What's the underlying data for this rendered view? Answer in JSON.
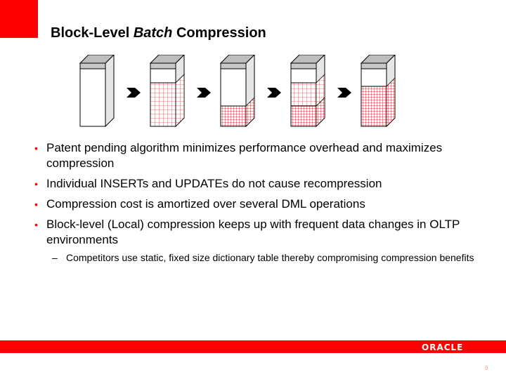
{
  "slide": {
    "title_prefix": "Block-Level ",
    "title_italic": "Batch",
    "title_suffix": " Compression",
    "brand_color": "#ff0000"
  },
  "diagram": {
    "blocks": [
      {
        "state": "empty",
        "header_fill": "#c8c8c8",
        "compressed_fill": 0.0,
        "uncompressed_fill": 0.0
      },
      {
        "state": "uncompressed-inserts",
        "compressed_fill": 0.0,
        "uncompressed_fill": 0.75
      },
      {
        "state": "compressed",
        "compressed_fill": 0.35,
        "uncompressed_fill": 0.0
      },
      {
        "state": "compressed-plus-inserts",
        "compressed_fill": 0.35,
        "uncompressed_fill": 0.4
      },
      {
        "state": "recompressed",
        "compressed_fill": 0.7,
        "uncompressed_fill": 0.0
      }
    ],
    "arrow_icon": "chevron-right-icon"
  },
  "bullets": [
    {
      "text": "Patent pending algorithm minimizes performance overhead and maximizes compression"
    },
    {
      "text": "Individual INSERTs and UPDATEs do not cause recompression"
    },
    {
      "text": "Compression cost is amortized over several DML operations"
    },
    {
      "text": "Block-level (Local) compression keeps up with frequent data changes in OLTP environments"
    }
  ],
  "sub_bullets": [
    {
      "text": "Competitors use static, fixed size dictionary table thereby compromising compression benefits"
    }
  ],
  "footer": {
    "logo_text": "ORACLE",
    "page_number": "9"
  }
}
